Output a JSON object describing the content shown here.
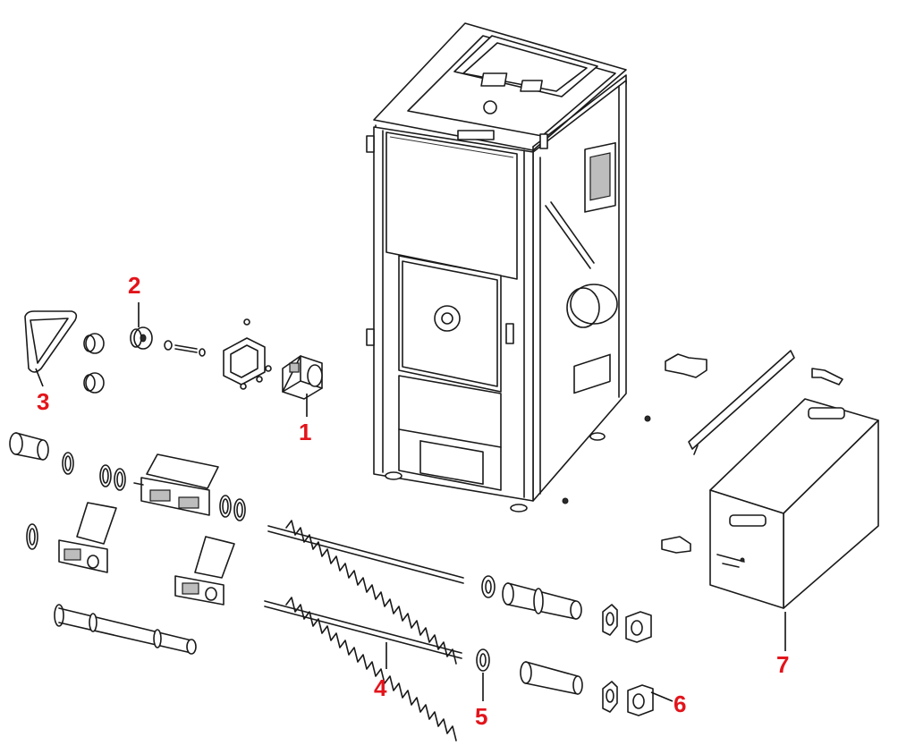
{
  "diagram": {
    "callouts": [
      {
        "id": "1",
        "label": "1"
      },
      {
        "id": "2",
        "label": "2"
      },
      {
        "id": "3",
        "label": "3"
      },
      {
        "id": "4",
        "label": "4"
      },
      {
        "id": "5",
        "label": "5"
      },
      {
        "id": "6",
        "label": "6"
      },
      {
        "id": "7",
        "label": "7"
      }
    ],
    "colors": {
      "callout": "#e3141b",
      "line": "#1a1a1a",
      "background": "#ffffff"
    }
  }
}
